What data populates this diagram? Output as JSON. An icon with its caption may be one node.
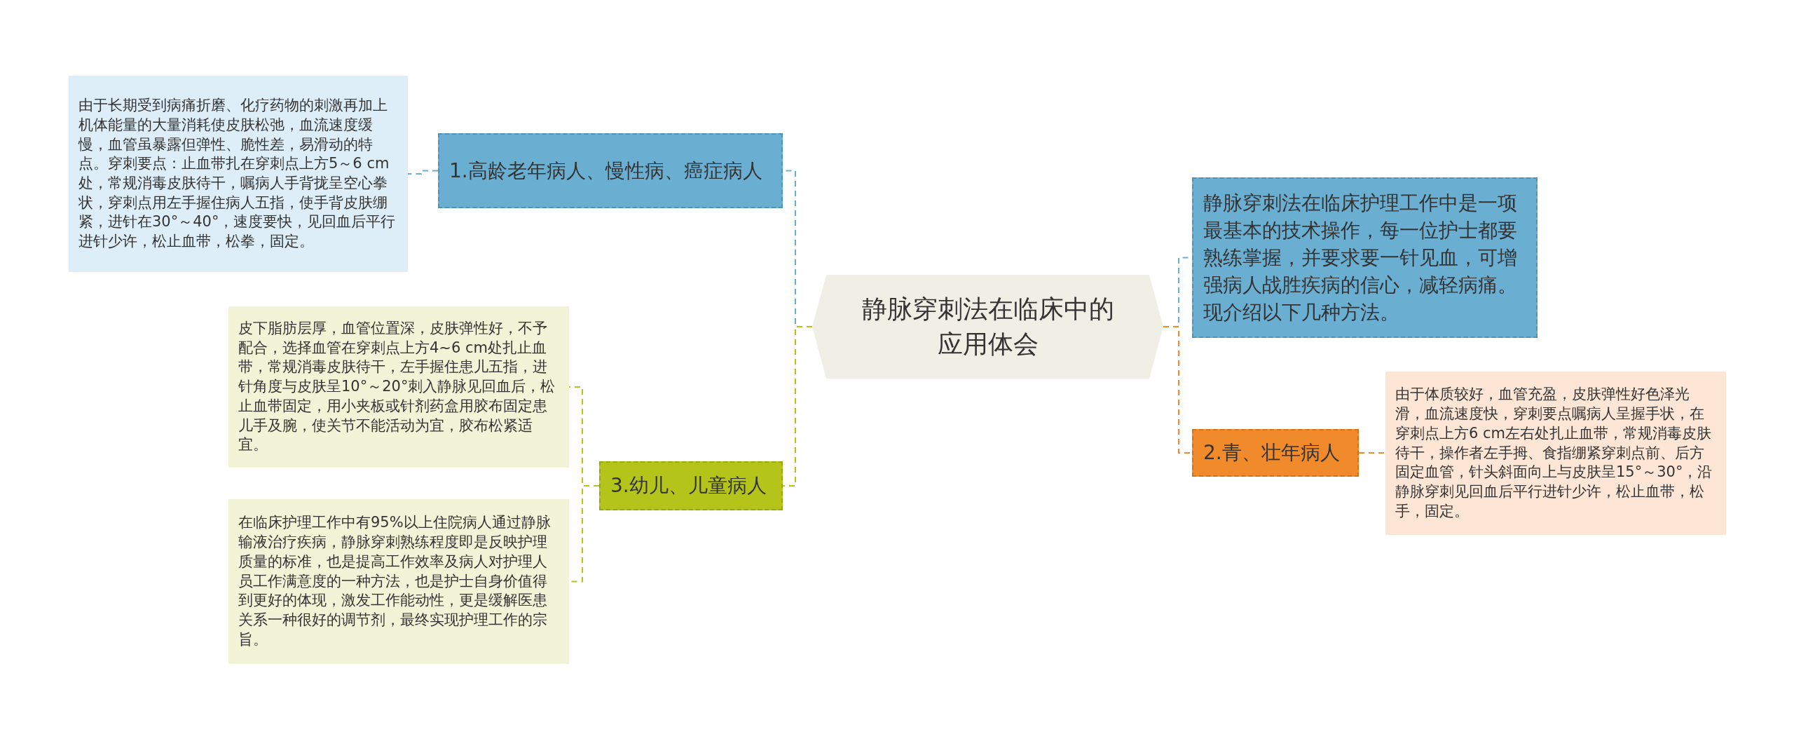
{
  "diagram": {
    "nodes": [
      {
        "text": [
          "静脉穿刺法在临床中的应用体会"
        ]
      },
      {
        "text": [
          "1.高龄老年病人、慢性病、癌症病人"
        ]
      },
      {
        "text": [
          "由于长期受到病痛折磨、化疗药物的刺激再加上机体能量的大量消耗使皮肤松弛，血流速度缓慢，血管虽暴露但弹性、脆性差，易滑动的特点。穿刺要点：止血带扎在穿刺点上方5～6 cm处，常规消毒皮肤待干，嘱病人手背拢呈空心拳状，穿刺点用左手握住病人五指，使手背皮肤绷紧，进针在30°～40°，速度要快，见回血后平行进针少许，松止血带，松拳，固定。"
        ]
      },
      {
        "text": [
          "皮下脂肪层厚，血管位置深，皮肤弹性好，不予配合，选择血管在穿刺点上方4~6 cm处扎止血带，常规消毒皮肤待干，左手握住患儿五指，进针角度与皮肤呈10°～20°刺入静脉见回血后，松止血带固定，用小夹板或针剂药盒用胶布固定患儿手及腕，使关节不能活动为宜，胶布松紧适宜。"
        ]
      },
      {
        "text": [
          "3.幼儿、儿童病人"
        ]
      },
      {
        "text": [
          "在临床护理工作中有95%以上住院病人通过静脉输液治疗疾病，静脉穿刺熟练程度即是反映护理质量的标准，也是提高工作效率及病人对护理人员工作满意度的一种方法，也是护士自身价值得到更好的体现，激发工作能动性，更是缓解医患关系一种很好的调节剂，最终实现护理工作的宗旨。"
        ]
      },
      {
        "text": [
          "静脉穿刺法在临床护理工作中是一项最基本的技术操作，每一位护士都要熟练掌握，并要求要一针见血，可增强病人战胜疾病的信心，减轻病痛。现介绍以下几种方法。"
        ]
      },
      {
        "text": [
          "2.青、壮年病人"
        ]
      },
      {
        "text": [
          "由于体质较好，血管充盈，皮肤弹性好色泽光滑，血流速度快，穿刺要点嘱病人呈握手状，在穿刺点上方6 cm左右处扎止血带，常规消毒皮肤待干，操作者左手拇、食指绷紧穿刺点前、后方固定血管，针头斜面向上与皮肤呈15°～30°，沿静脉穿刺见回血后平行进针少许，松止血带，松手，固定。"
        ]
      }
    ],
    "edges": [
      {
        "from": 0,
        "to": 1,
        "arrow": "none",
        "style": "dashed",
        "color": "#6aafd2"
      },
      {
        "from": 1,
        "to": 2,
        "arrow": "none",
        "style": "dashed",
        "color": "#6aafd2"
      },
      {
        "from": 0,
        "to": 4,
        "arrow": "none",
        "style": "dashed",
        "color": "#b5c41a"
      },
      {
        "from": 4,
        "to": 3,
        "arrow": "none",
        "style": "dashed",
        "color": "#b5c41a"
      },
      {
        "from": 4,
        "to": 5,
        "arrow": "none",
        "style": "dashed",
        "color": "#b5c41a"
      },
      {
        "from": 0,
        "to": 6,
        "arrow": "none",
        "style": "dashed",
        "color": "#6aafd2"
      },
      {
        "from": 0,
        "to": 7,
        "arrow": "none",
        "style": "dashed",
        "color": "#f08a2a"
      },
      {
        "from": 7,
        "to": 8,
        "arrow": "none",
        "style": "dashed",
        "color": "#f08a2a"
      }
    ]
  }
}
